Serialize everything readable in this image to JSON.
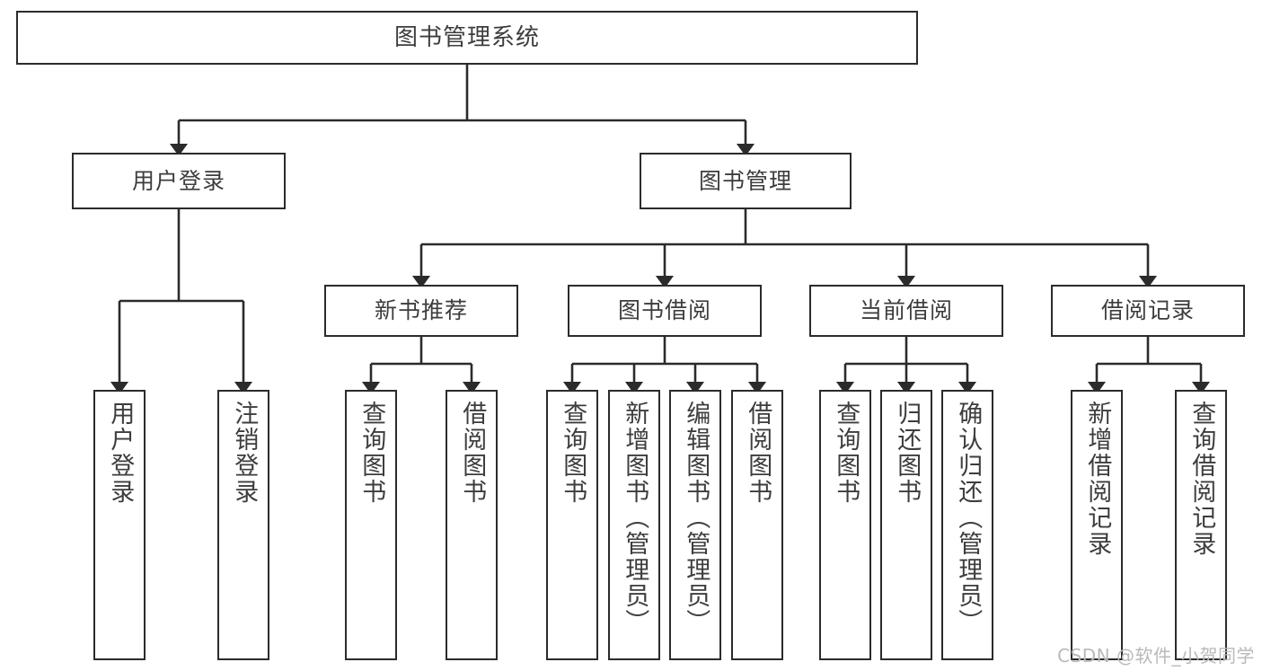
{
  "diagram": {
    "title": "图书管理系统",
    "watermark": "CSDN @软件_小贺同学",
    "stroke_color": "#2b2b2b",
    "text_color": "#3d3d3d",
    "background": "#ffffff",
    "watermark_color": "#b9b9b9"
  },
  "levels": {
    "root": {
      "label": "图书管理系统"
    },
    "level1": [
      {
        "label": "用户登录"
      },
      {
        "label": "图书管理"
      }
    ],
    "level2": [
      {
        "label": "新书推荐"
      },
      {
        "label": "图书借阅"
      },
      {
        "label": "当前借阅"
      },
      {
        "label": "借阅记录"
      }
    ],
    "leaves": {
      "user_login": [
        {
          "label": "用户登录"
        },
        {
          "label": "注销登录"
        }
      ],
      "new_book_recommend": [
        {
          "label": "查询图书"
        },
        {
          "label": "借阅图书"
        }
      ],
      "book_borrow": [
        {
          "label": "查询图书"
        },
        {
          "label": "新增图书（管理员）"
        },
        {
          "label": "编辑图书（管理员）"
        },
        {
          "label": "借阅图书"
        }
      ],
      "current_borrow": [
        {
          "label": "查询图书"
        },
        {
          "label": "归还图书"
        },
        {
          "label": "确认归还（管理员）"
        }
      ],
      "borrow_record": [
        {
          "label": "新增借阅记录"
        },
        {
          "label": "查询借阅记录"
        }
      ]
    }
  }
}
